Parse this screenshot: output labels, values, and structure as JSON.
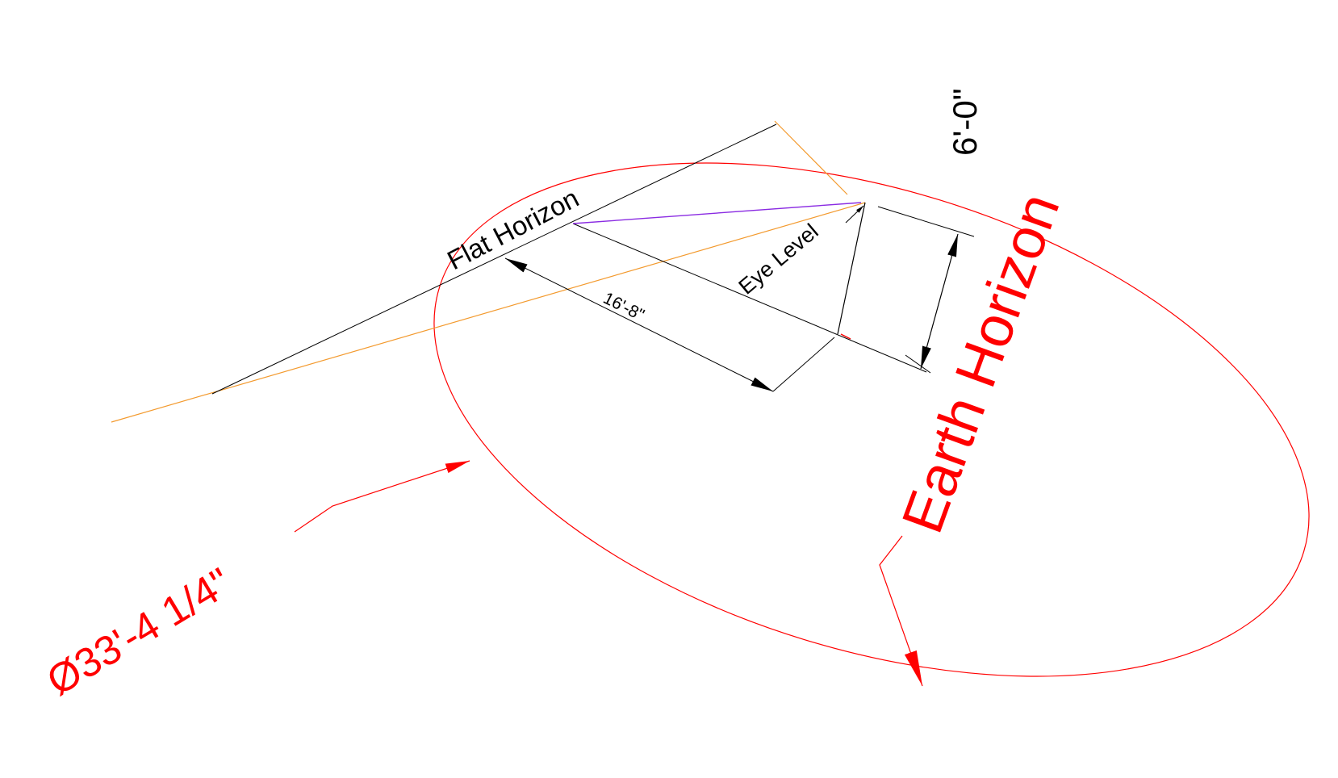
{
  "labels": {
    "flat_horizon": "Flat Horizon",
    "eye_level": "Eye Level",
    "distance": "16'-8\"",
    "height": "6'-0\"",
    "earth_horizon": "Earth Horizon",
    "diameter": "Ø33'-4 1/4\""
  },
  "colors": {
    "black_lines": "#000000",
    "orange_lines": "#f39a2e",
    "red_annotations": "#ff0000",
    "purple_sightline": "#8a2be2",
    "background": "#ffffff"
  }
}
